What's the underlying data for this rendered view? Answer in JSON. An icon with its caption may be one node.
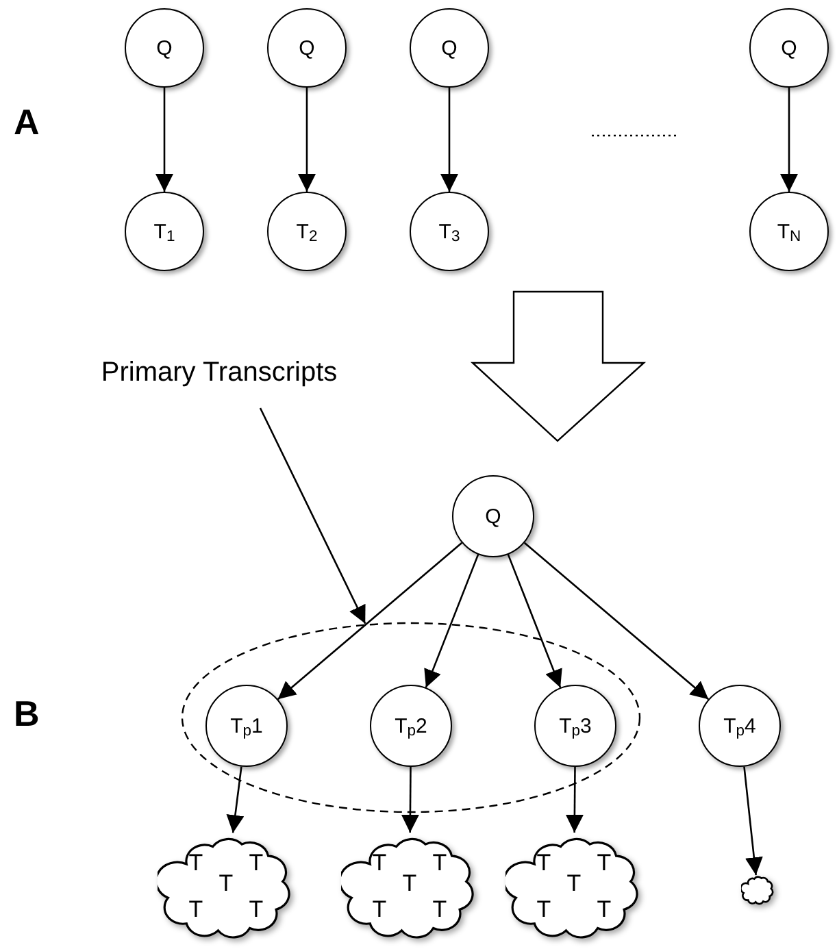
{
  "diagram": {
    "nodes": [
      {
        "text": [
          "Q"
        ]
      },
      {
        "text": [
          "Q"
        ]
      },
      {
        "text": [
          "Q"
        ]
      },
      {
        "text": [
          "Q"
        ]
      },
      {
        "text": [
          "T$_{1}$"
        ]
      },
      {
        "text": [
          "T$_{2}$"
        ]
      },
      {
        "text": [
          "T$_{3}$"
        ]
      },
      {
        "text": [
          "T$_{N}$"
        ]
      },
      {
        "text": [
          "Primary Transcripts"
        ]
      },
      {
        "text": [
          "Q"
        ]
      },
      {
        "text": [],
        "shape": "ellipse"
      },
      {
        "text": [
          "T$_{p}$1"
        ],
        "in": 10
      },
      {
        "text": [
          "T$_{p}$2"
        ],
        "in": 10
      },
      {
        "text": [
          "T$_{p}$3"
        ],
        "in": 10
      },
      {
        "text": [
          "T$_{p}$4"
        ]
      },
      {
        "text": [
          "T",
          "T",
          "T",
          "T",
          "T"
        ]
      },
      {
        "text": [
          "T",
          "T",
          "T",
          "T",
          "T"
        ]
      },
      {
        "text": [
          "T",
          "T",
          "T",
          "T",
          "T"
        ]
      },
      {
        "text": [],
        "shape": "cloud"
      }
    ],
    "edges": [
      {
        "from": 0,
        "to": 4,
        "arrow": "to"
      },
      {
        "from": 1,
        "to": 5,
        "arrow": "to"
      },
      {
        "from": 2,
        "to": 6,
        "arrow": "to"
      },
      {
        "from": 3,
        "to": 7,
        "arrow": "to"
      },
      {
        "from": 8,
        "to": 10,
        "arrow": "to"
      },
      {
        "from": 9,
        "to": 11,
        "arrow": "to"
      },
      {
        "from": 9,
        "to": 12,
        "arrow": "to"
      },
      {
        "from": 9,
        "to": 13,
        "arrow": "to"
      },
      {
        "from": 9,
        "to": 14,
        "arrow": "to"
      },
      {
        "from": 11,
        "to": 15,
        "arrow": "to"
      },
      {
        "from": 12,
        "to": 16,
        "arrow": "to"
      },
      {
        "from": 13,
        "to": 17,
        "arrow": "to"
      },
      {
        "from": 14,
        "to": 18,
        "arrow": "to"
      }
    ],
    "labels": [
      "A",
      "B"
    ]
  }
}
